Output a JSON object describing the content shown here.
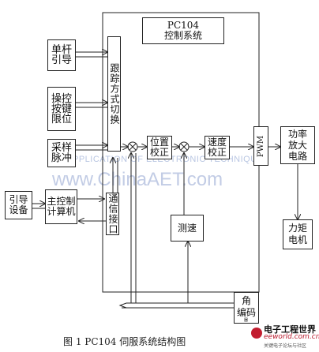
{
  "diagram": {
    "controller": "PC104\n控制系统",
    "single_lever_guide": "单杆\n引导",
    "control_key_limit": "操控\n按键\n限位",
    "sample_pulse": "采样\n脉冲",
    "track_mode_switch": "跟踪方式切换",
    "comm_interface": "通信接口",
    "guide_device": "引导\n设备",
    "main_computer": "主控制\n计算机",
    "position_correction": "位置\n校正",
    "speed_correction": "速度\n校正",
    "pwm": "PWM",
    "power_amplifier": "功率\n放大\n电路",
    "torque_motor": "力矩\n电机",
    "speed_measure": "测速",
    "angle_encoder": "角\n编码",
    "encoder_sub": "器"
  },
  "watermark": {
    "line1": "PPLICATION OF ELECTRONIC TECHNIQUE",
    "line2": "www.ChinaAET.com"
  },
  "caption": "图 1   PC104 伺服系统结构图",
  "logo": {
    "main": "电子工程世界",
    "url": "eeworld.com.cn",
    "tagline": "关键电子论坛与社区",
    "color": "#c21d2f"
  }
}
